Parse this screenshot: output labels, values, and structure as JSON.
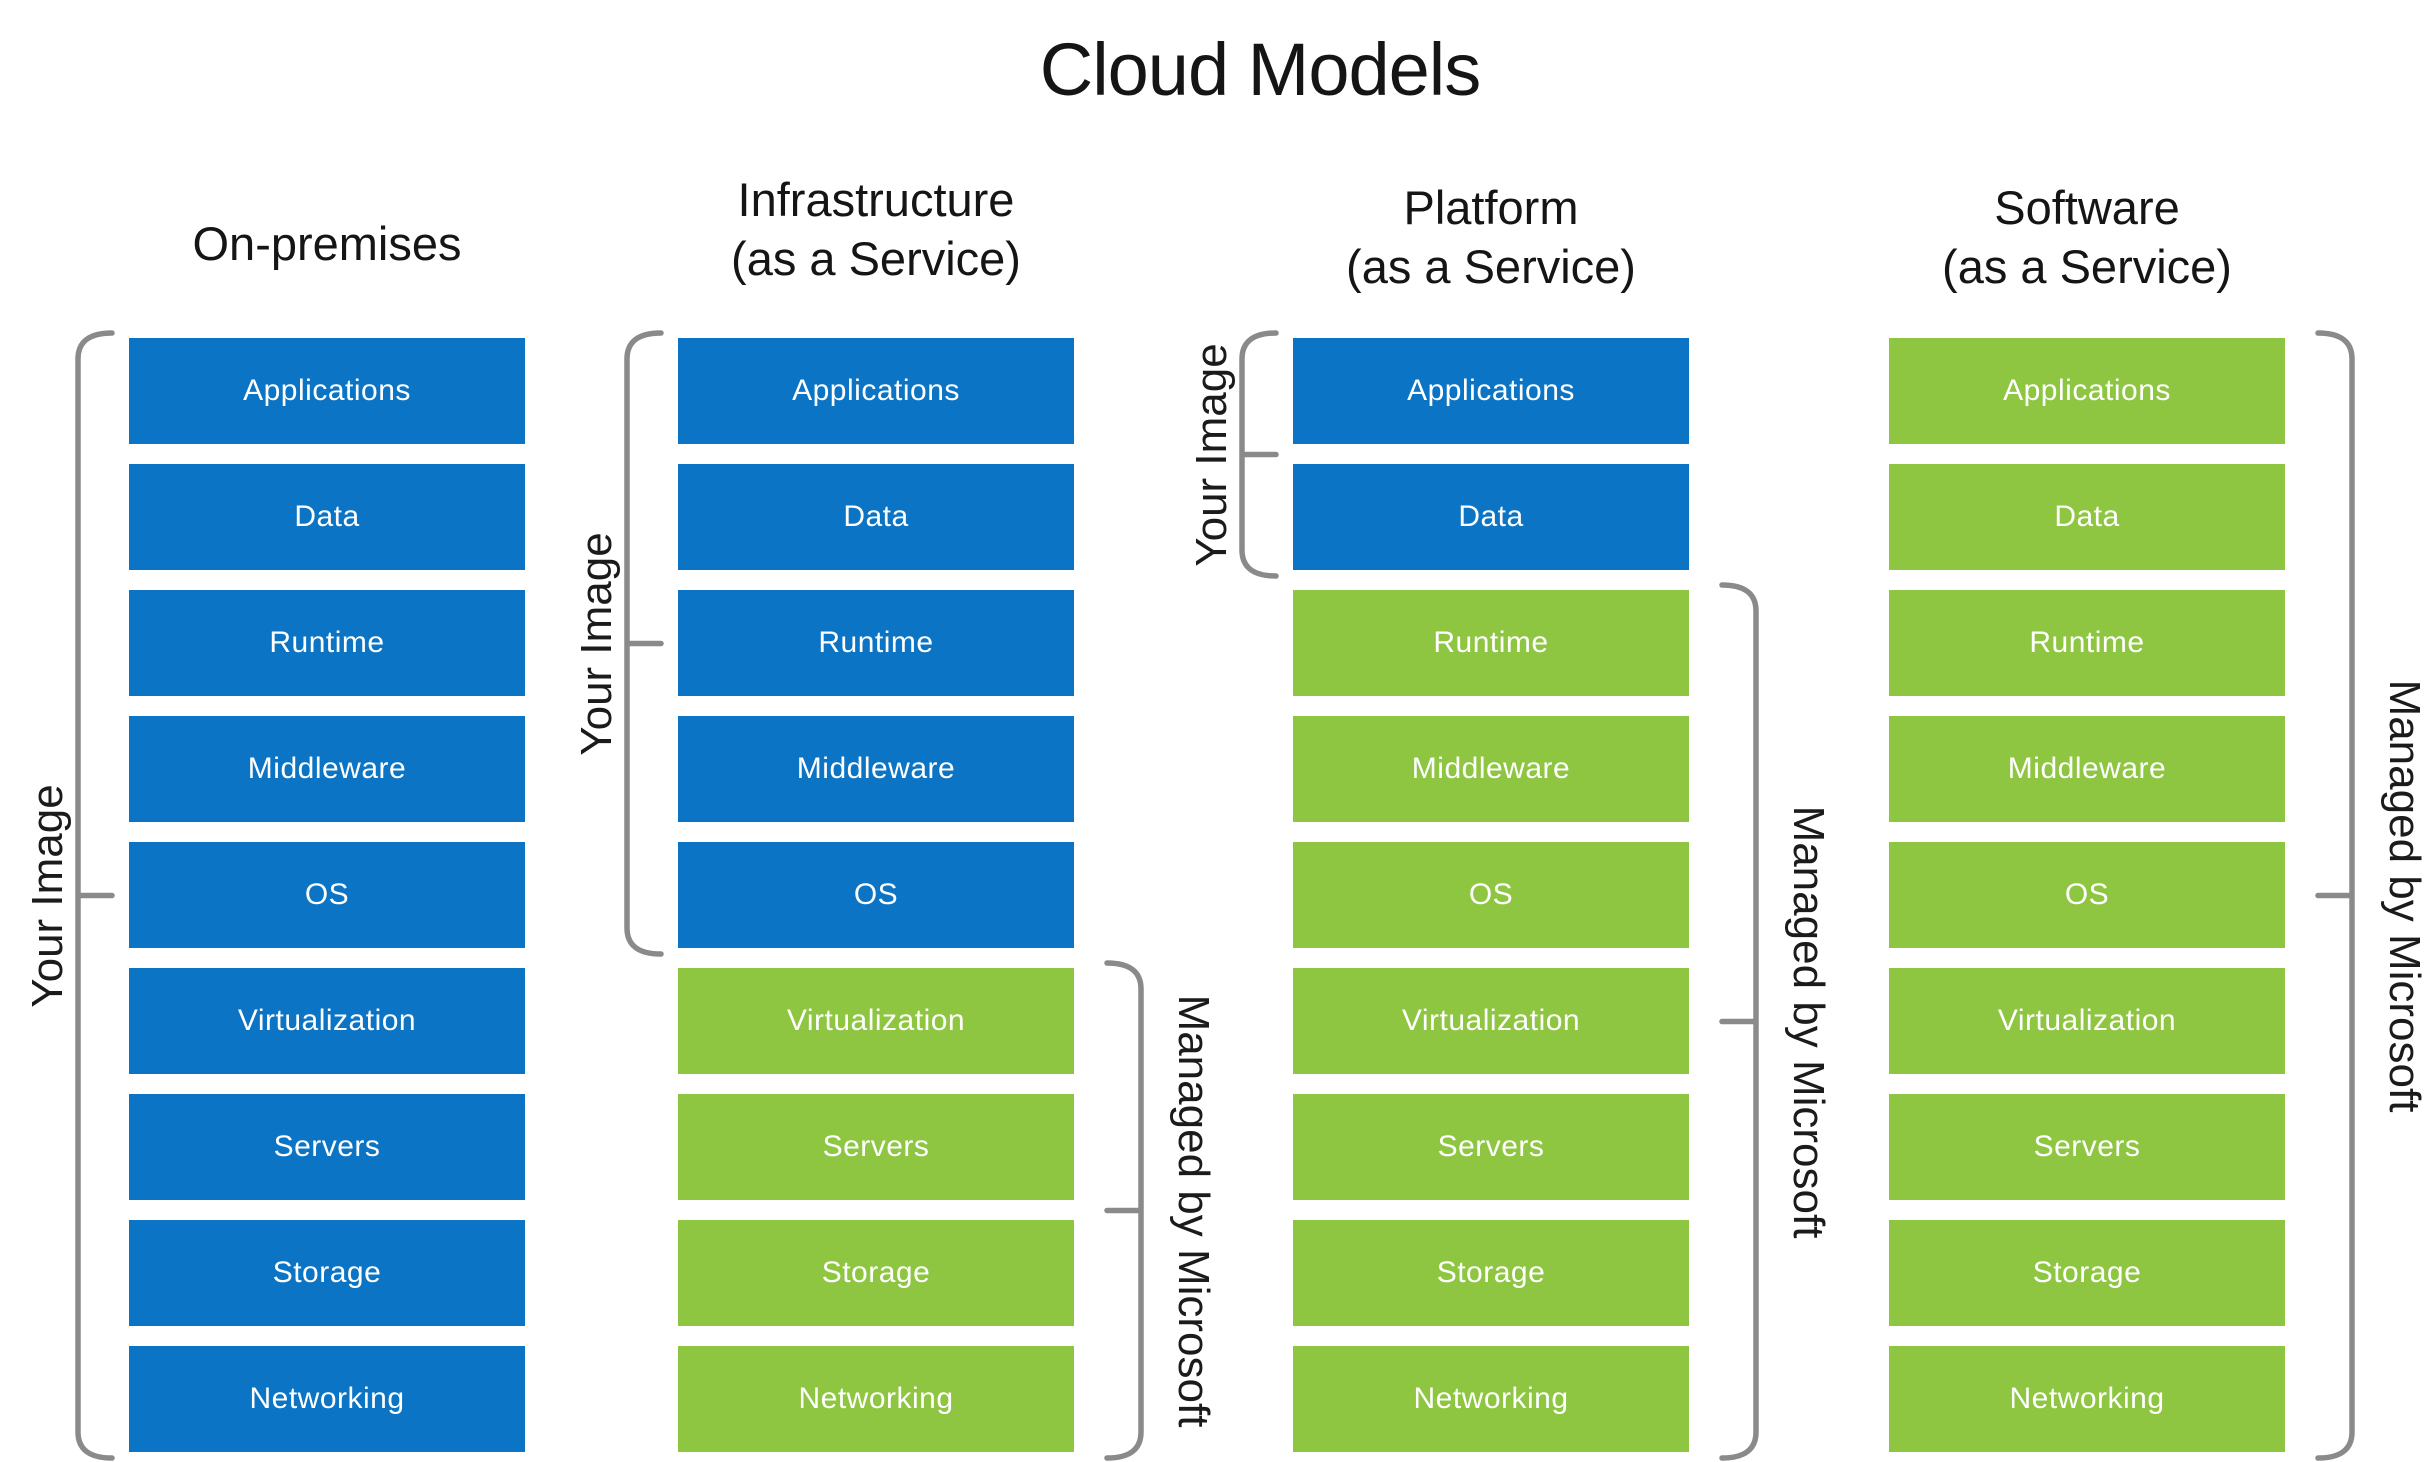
{
  "title": "Cloud Models",
  "colors": {
    "blue": "#0b74c4",
    "green": "#8ec641",
    "bracket": "#8a8a8a",
    "box_text": "#ffffff",
    "heading_text": "#151515"
  },
  "layers": [
    "Applications",
    "Data",
    "Runtime",
    "Middleware",
    "OS",
    "Virtualization",
    "Servers",
    "Storage",
    "Networking"
  ],
  "labels": {
    "you": "Your Image",
    "microsoft": "Managed by Microsoft"
  },
  "columns": [
    {
      "id": "on-premises",
      "title_lines": [
        "On-premises"
      ],
      "blue_count": 9,
      "brackets": [
        {
          "side": "left",
          "label": "you",
          "from": 0,
          "to": 8
        }
      ]
    },
    {
      "id": "iaas",
      "title_lines": [
        "Infrastructure",
        "(as a Service)"
      ],
      "blue_count": 5,
      "brackets": [
        {
          "side": "left",
          "label": "you",
          "from": 0,
          "to": 4
        },
        {
          "side": "right",
          "label": "microsoft",
          "from": 5,
          "to": 8
        }
      ]
    },
    {
      "id": "paas",
      "title_lines": [
        "Platform",
        "(as a Service)"
      ],
      "blue_count": 2,
      "brackets": [
        {
          "side": "left",
          "label": "you",
          "from": 0,
          "to": 1
        },
        {
          "side": "right",
          "label": "microsoft",
          "from": 2,
          "to": 8
        }
      ]
    },
    {
      "id": "saas",
      "title_lines": [
        "Software",
        "(as a Service)"
      ],
      "blue_count": 0,
      "brackets": [
        {
          "side": "right",
          "label": "microsoft",
          "from": 0,
          "to": 8
        }
      ]
    }
  ]
}
